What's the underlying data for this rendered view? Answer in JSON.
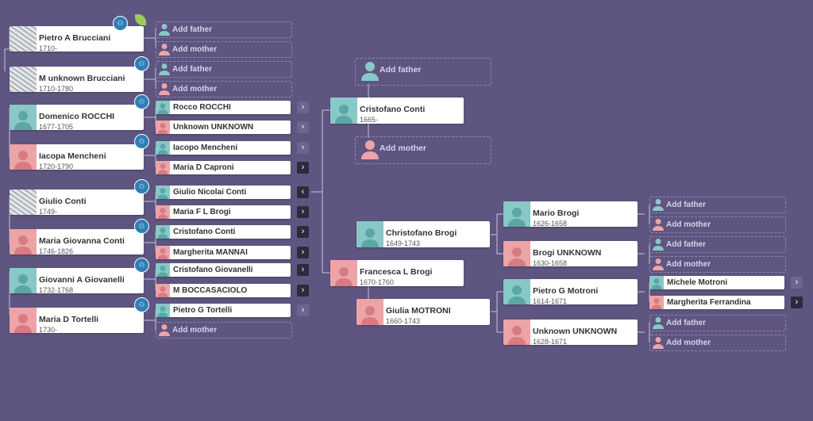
{
  "tree": {
    "left_people": [
      {
        "name": "Pietro A Brucciani",
        "dates": "1710-",
        "sex": "m",
        "photo": true
      },
      {
        "name": "M unknown Brucciani",
        "dates": "1710-1780",
        "sex": "f",
        "photo": true
      },
      {
        "name": "Domenico ROCCHI",
        "dates": "1677-1705",
        "sex": "m",
        "photo": false
      },
      {
        "name": "Iacopa Mencheni",
        "dates": "1720-1790",
        "sex": "f",
        "photo": false
      },
      {
        "name": "Giulio Conti",
        "dates": "1749-",
        "sex": "m",
        "photo": true
      },
      {
        "name": "Maria Giovanna Conti",
        "dates": "1746-1826",
        "sex": "f",
        "photo": false
      },
      {
        "name": "Giovanni A Giovanelli",
        "dates": "1732-1768",
        "sex": "m",
        "photo": false
      },
      {
        "name": "Maria D Tortelli",
        "dates": "1730-",
        "sex": "f",
        "photo": false
      }
    ],
    "middle_people": [
      {
        "name": "Rocco ROCCHI",
        "sex": "m",
        "arrow": "light"
      },
      {
        "name": "Unknown UNKNOWN",
        "sex": "f",
        "arrow": "light"
      },
      {
        "name": "Iacopo Mencheni",
        "sex": "m",
        "arrow": "light"
      },
      {
        "name": "Maria D Caproni",
        "sex": "f",
        "arrow": "dark"
      },
      {
        "name": "Giulio Nicolai Conti",
        "sex": "m",
        "arrow": "dark"
      },
      {
        "name": "Maria F L Brogi",
        "sex": "f",
        "arrow": "dark"
      },
      {
        "name": "Cristofano Conti",
        "sex": "m",
        "arrow": "dark"
      },
      {
        "name": "Margherita MANNAI",
        "sex": "f",
        "arrow": "dark"
      },
      {
        "name": "Cristofano Giovanelli",
        "sex": "m",
        "arrow": "dark"
      },
      {
        "name": "M BOCCASACIOLO",
        "sex": "f",
        "arrow": "dark"
      },
      {
        "name": "Pietro G Tortelli",
        "sex": "m",
        "arrow": "light"
      }
    ],
    "center_people": [
      {
        "name": "Cristofano Conti",
        "dates": "1665-",
        "sex": "m"
      },
      {
        "name": "Francesca L Brogi",
        "dates": "1670-1760",
        "sex": "f"
      },
      {
        "name": "Christofano Brogi",
        "dates": "1649-1743",
        "sex": "m"
      },
      {
        "name": "Giulia MOTRONI",
        "dates": "1660-1743",
        "sex": "f"
      }
    ],
    "right_people": [
      {
        "name": "Mario Brogi",
        "dates": "1626-1658",
        "sex": "m"
      },
      {
        "name": "Brogi UNKNOWN",
        "dates": "1630-1658",
        "sex": "f"
      },
      {
        "name": "Pietro G Motroni",
        "dates": "1614-1671",
        "sex": "m"
      },
      {
        "name": "Unknown UNKNOWN",
        "dates": "1628-1671",
        "sex": "f"
      }
    ],
    "far_right_people": [
      {
        "name": "Michele Motroni",
        "sex": "m",
        "arrow": "light"
      },
      {
        "name": "Margherita Ferrandina",
        "sex": "f",
        "arrow": "dark"
      }
    ],
    "add_father": "Add father",
    "add_mother": "Add mother",
    "colors": {
      "background": "#5f5581",
      "male": "#88c8c6",
      "female": "#eca4a7",
      "hint_badge": "#2f7fb6",
      "leaf": "#9ccb5a"
    }
  }
}
